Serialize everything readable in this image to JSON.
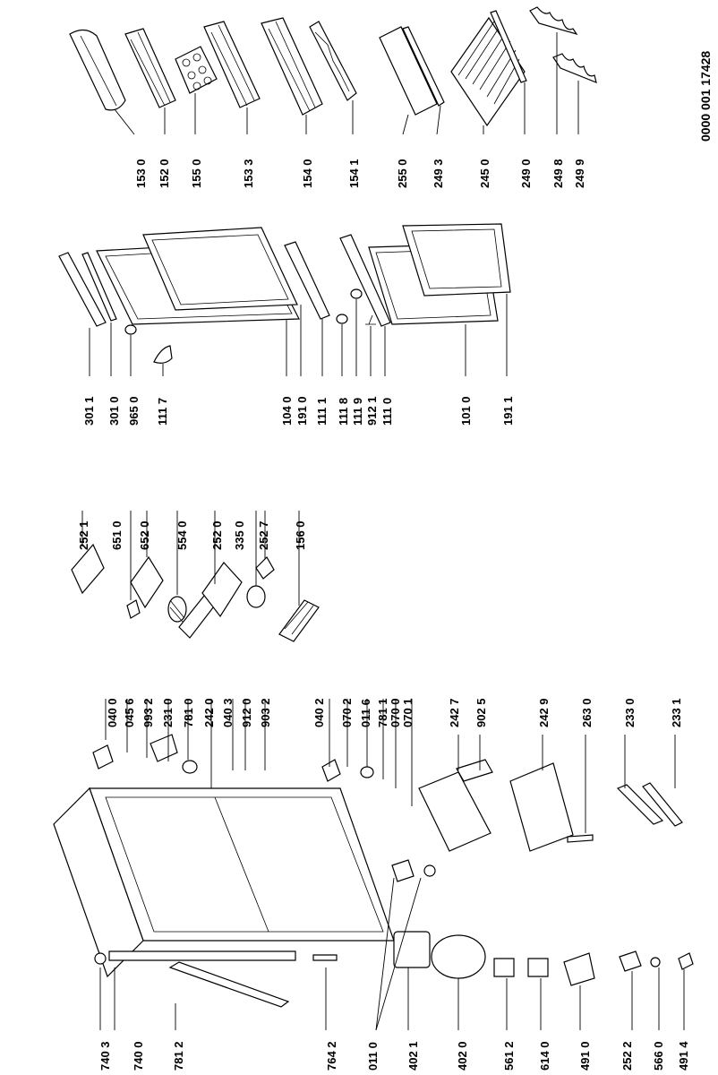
{
  "doc_code": "0000 001 17428",
  "labels": {
    "l7403": "740 3",
    "l7400": "740 0",
    "l7812": "781 2",
    "l7642": "764 2",
    "l0110": "011 0",
    "l4021": "402 1",
    "l4020": "402 0",
    "l5612": "561 2",
    "l6140": "614 0",
    "l4910": "491 0",
    "l2522": "252 2",
    "l5660": "566 0",
    "l4914": "491 4",
    "l0400": "040 0",
    "l0456": "045 6",
    "l9932": "993 2",
    "l2310": "231 0",
    "l7810": "781 0",
    "l2420": "242 0",
    "l0403": "040 3",
    "l9120": "912 0",
    "l9032": "903 2",
    "l0402": "040 2",
    "l0702": "070 2",
    "l0116": "011 6",
    "l7811": "781 1",
    "l0700": "070 0",
    "l0701": "070 1",
    "l2427": "242 7",
    "l9025": "902 5",
    "l2429": "242 9",
    "l2630": "263 0",
    "l2330": "233 0",
    "l2331": "233 1",
    "l2521": "252 1",
    "l6510": "651 0",
    "l6520": "652 0",
    "l5540": "554 0",
    "l2520": "252 0",
    "l3350": "335 0",
    "l2527": "252 7",
    "l1560": "156 0",
    "l3011": "301 1",
    "l3010": "301 0",
    "l9650": "965 0",
    "l1117": "111 7",
    "l1040": "104 0",
    "l1910": "191 0",
    "l1111": "111 1",
    "l1118": "111 8",
    "l1119": "111 9",
    "l9121": "912 1",
    "l1110": "111 0",
    "l1010": "101 0",
    "l1911": "191 1",
    "l1530": "153 0",
    "l1520": "152 0",
    "l1550": "155 0",
    "l1533": "153 3",
    "l1540": "154 0",
    "l1541": "154 1",
    "l2550": "255 0",
    "l2493": "249 3",
    "l2450": "245 0",
    "l2490": "249 0",
    "l2498": "249 8",
    "l2499": "249 9"
  }
}
